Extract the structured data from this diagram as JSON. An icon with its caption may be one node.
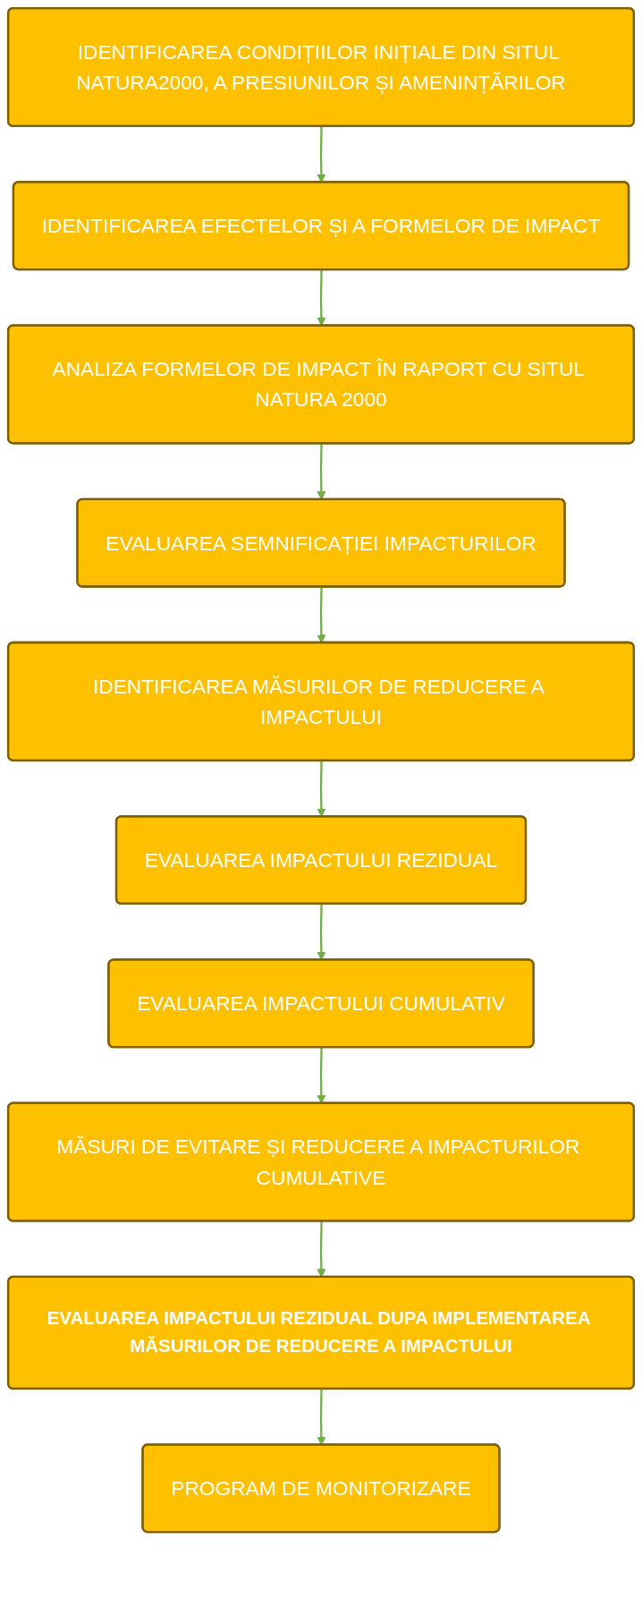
{
  "diagram": {
    "nodes": [
      {
        "text": [
          "IDENTIFICAREA CONDIȚIILOR INIȚIALE DIN SITUL NATURA2000, A PRESIUNILOR ȘI AMENINȚĂRILOR"
        ]
      },
      {
        "text": [
          "IDENTIFICAREA EFECTELOR ȘI A FORMELOR DE IMPACT"
        ]
      },
      {
        "text": [
          "ANALIZA FORMELOR DE IMPACT ÎN RAPORT CU SITUL NATURA 2000"
        ]
      },
      {
        "text": [
          "EVALUAREA SEMNIFICAȚIEI IMPACTURILOR"
        ]
      },
      {
        "text": [
          "IDENTIFICAREA MĂSURILOR DE REDUCERE A IMPACTULUI"
        ]
      },
      {
        "text": [
          "EVALUAREA IMPACTULUI REZIDUAL"
        ]
      },
      {
        "text": [
          "EVALUAREA IMPACTULUI CUMULATIV"
        ]
      },
      {
        "text": [
          "MĂSURI DE EVITARE ȘI REDUCERE A IMPACTURILOR CUMULATIVE"
        ]
      },
      {
        "text": [
          "EVALUAREA IMPACTULUI REZIDUAL DUPA IMPLEMENTAREA MĂSURILOR DE REDUCERE A IMPACTULUI"
        ]
      },
      {
        "text": [
          "PROGRAM DE MONITORIZARE"
        ]
      }
    ],
    "edges": [
      {
        "from": 0,
        "to": 1,
        "arrow": "to"
      },
      {
        "from": 1,
        "to": 2,
        "arrow": "to"
      },
      {
        "from": 2,
        "to": 3,
        "arrow": "to"
      },
      {
        "from": 3,
        "to": 4,
        "arrow": "to"
      },
      {
        "from": 4,
        "to": 5,
        "arrow": "to"
      },
      {
        "from": 5,
        "to": 6,
        "arrow": "to"
      },
      {
        "from": 6,
        "to": 7,
        "arrow": "to"
      },
      {
        "from": 7,
        "to": 8,
        "arrow": "to"
      },
      {
        "from": 8,
        "to": 9,
        "arrow": "to"
      }
    ]
  }
}
